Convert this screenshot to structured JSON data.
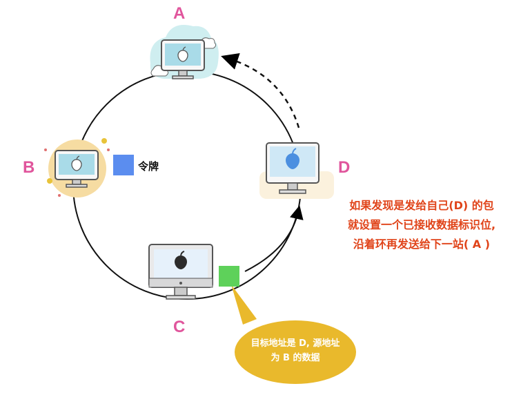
{
  "nodes": {
    "a": "A",
    "b": "B",
    "c": "C",
    "d": "D"
  },
  "token": {
    "label": "令牌",
    "color": "#5b8def"
  },
  "packet": {
    "color": "#5ed15a"
  },
  "note_lines": [
    "如果发现是发给自己(D) 的包",
    "就设置一个已接收数据标识位,",
    "沿着环再发送给下一站( A )"
  ],
  "bubble": {
    "line1": "目标地址是 D, 源地址",
    "line2": "为 B 的数据",
    "color": "#e9b92c"
  },
  "colors": {
    "label": "#e0559c",
    "note": "#e0441a"
  },
  "icons": [
    "computer-icon",
    "apple-logo-icon",
    "cloud-icon"
  ]
}
